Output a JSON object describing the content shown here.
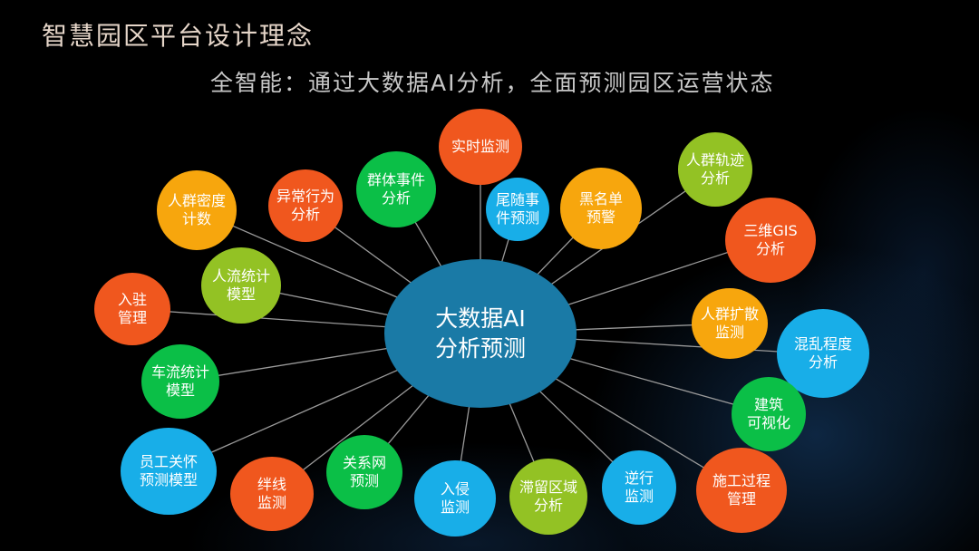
{
  "header": {
    "title": "智慧园区平台设计理念",
    "subtitle": "全智能：通过大数据AI分析，全面预测园区运营状态"
  },
  "center": {
    "label": "大数据AI\n分析预测"
  },
  "nodes": [
    {
      "label": "实时监测",
      "color": "orange"
    },
    {
      "label": "群体事件\n分析",
      "color": "green"
    },
    {
      "label": "异常行为\n分析",
      "color": "orange"
    },
    {
      "label": "人群密度\n计数",
      "color": "yellow"
    },
    {
      "label": "尾随事\n件预测",
      "color": "cyan"
    },
    {
      "label": "黑名单\n预警",
      "color": "yellow"
    },
    {
      "label": "人群轨迹\n分析",
      "color": "lime"
    },
    {
      "label": "三维GIS\n分析",
      "color": "orange"
    },
    {
      "label": "人流统计\n模型",
      "color": "lime"
    },
    {
      "label": "入驻\n管理",
      "color": "orange"
    },
    {
      "label": "人群扩散\n监测",
      "color": "yellow"
    },
    {
      "label": "混乱程度\n分析",
      "color": "cyan"
    },
    {
      "label": "车流统计\n模型",
      "color": "green"
    },
    {
      "label": "建筑\n可视化",
      "color": "green"
    },
    {
      "label": "员工关怀\n预测模型",
      "color": "cyan"
    },
    {
      "label": "绊线\n监测",
      "color": "orange"
    },
    {
      "label": "关系网\n预测",
      "color": "green"
    },
    {
      "label": "入侵\n监测",
      "color": "cyan"
    },
    {
      "label": "滞留区域\n分析",
      "color": "lime"
    },
    {
      "label": "逆行\n监测",
      "color": "cyan"
    },
    {
      "label": "施工过程\n管理",
      "color": "orange"
    }
  ],
  "colors": {
    "orange": "#f0571e",
    "yellow": "#f7a60d",
    "green": "#0bbf47",
    "lime": "#93c224",
    "cyan": "#18aee8",
    "center": "#1a7aa6",
    "link": "#9a9a9a"
  }
}
